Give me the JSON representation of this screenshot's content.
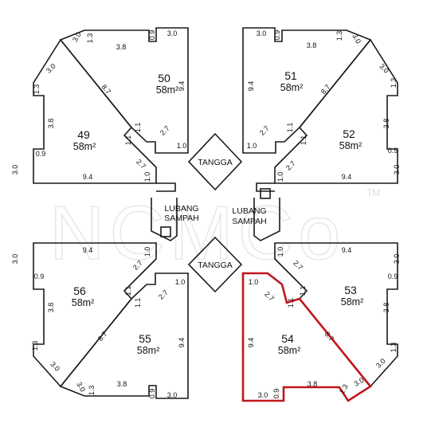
{
  "watermark": {
    "text": "NCMCo",
    "tm": "TM"
  },
  "core": {
    "stair_label": "TANGGA",
    "refuse_line1": "LUBANG",
    "refuse_line2": "SAMPAH"
  },
  "units": {
    "u49": {
      "number": "49",
      "area": "58m²"
    },
    "u50": {
      "number": "50",
      "area": "58m²"
    },
    "u51": {
      "number": "51",
      "area": "58m²"
    },
    "u52": {
      "number": "52",
      "area": "58m²"
    },
    "u53": {
      "number": "53",
      "area": "58m²"
    },
    "u54": {
      "number": "54",
      "area": "58m²"
    },
    "u55": {
      "number": "55",
      "area": "58m²"
    },
    "u56": {
      "number": "56",
      "area": "58m²"
    }
  },
  "dimensions": {
    "d_3_0": "3.0",
    "d_3_8": "3.8",
    "d_1_3": "1.3",
    "d_0_9": "0.9",
    "d_9_4": "9.4",
    "d_8_7": "8.7",
    "d_2_7": "2.7",
    "d_1_1": "1.1",
    "d_1_0": "1.0"
  },
  "highlight": {
    "unit": "54",
    "color": "#c0171b"
  }
}
